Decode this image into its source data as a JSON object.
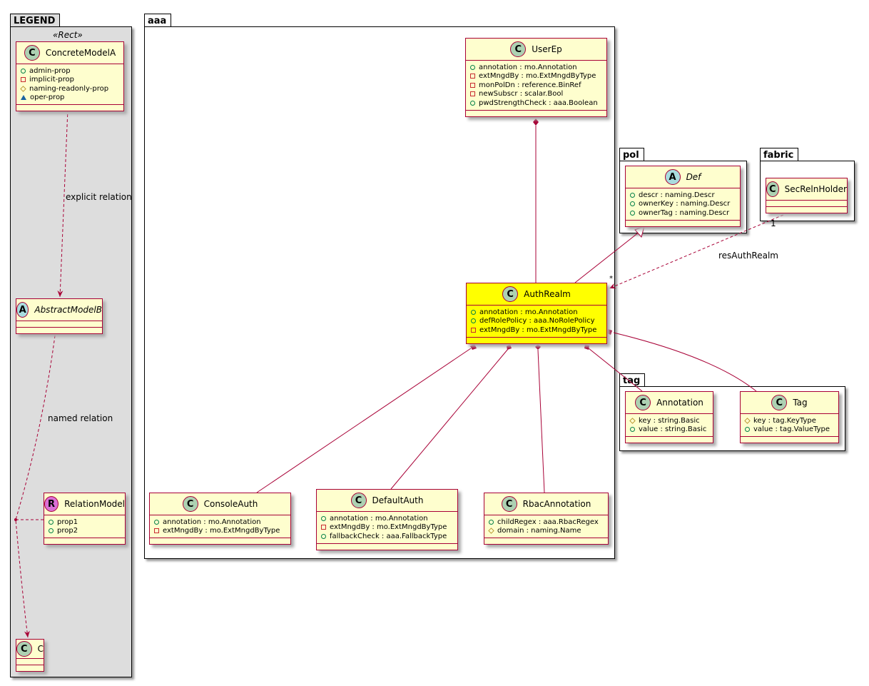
{
  "packages": {
    "legend": "LEGEND",
    "aaa": "aaa",
    "pol": "pol",
    "fabric": "fabric",
    "tag": "tag"
  },
  "legend_stereotype": "«Rect»",
  "classes": {
    "ConcreteModelA": {
      "name": "ConcreteModelA",
      "kind": "C",
      "attrs": [
        {
          "vis": "+",
          "text": "admin-prop"
        },
        {
          "vis": "-",
          "text": "implicit-prop"
        },
        {
          "vis": "#",
          "text": "naming-readonly-prop"
        },
        {
          "vis": "~",
          "text": "oper-prop"
        }
      ]
    },
    "AbstractModelB": {
      "name": "AbstractModelB",
      "kind": "A",
      "attrs": []
    },
    "RelationModel": {
      "name": "RelationModel",
      "kind": "R",
      "attrs": [
        {
          "vis": "+",
          "text": "prop1"
        },
        {
          "vis": "+",
          "text": "prop2"
        }
      ]
    },
    "C": {
      "name": "C",
      "kind": "C",
      "attrs": []
    },
    "UserEp": {
      "name": "UserEp",
      "kind": "C",
      "attrs": [
        {
          "vis": "+",
          "text": "annotation : mo.Annotation"
        },
        {
          "vis": "-",
          "text": "extMngdBy : mo.ExtMngdByType"
        },
        {
          "vis": "-",
          "text": "monPolDn : reference.BinRef"
        },
        {
          "vis": "-",
          "text": "newSubscr : scalar.Bool"
        },
        {
          "vis": "+",
          "text": "pwdStrengthCheck : aaa.Boolean"
        }
      ]
    },
    "Def": {
      "name": "Def",
      "kind": "A",
      "attrs": [
        {
          "vis": "+",
          "text": "descr : naming.Descr"
        },
        {
          "vis": "+",
          "text": "ownerKey : naming.Descr"
        },
        {
          "vis": "+",
          "text": "ownerTag : naming.Descr"
        }
      ]
    },
    "SecRelnHolder": {
      "name": "SecRelnHolder",
      "kind": "C",
      "attrs": []
    },
    "AuthRealm": {
      "name": "AuthRealm",
      "kind": "C",
      "highlight": true,
      "attrs": [
        {
          "vis": "+",
          "text": "annotation : mo.Annotation"
        },
        {
          "vis": "+",
          "text": "defRolePolicy : aaa.NoRolePolicy"
        },
        {
          "vis": "-",
          "text": "extMngdBy : mo.ExtMngdByType"
        }
      ]
    },
    "Annotation": {
      "name": "Annotation",
      "kind": "C",
      "attrs": [
        {
          "vis": "#",
          "text": "key : string.Basic"
        },
        {
          "vis": "+",
          "text": "value : string.Basic"
        }
      ]
    },
    "Tag": {
      "name": "Tag",
      "kind": "C",
      "attrs": [
        {
          "vis": "#",
          "text": "key : tag.KeyType"
        },
        {
          "vis": "+",
          "text": "value : tag.ValueType"
        }
      ]
    },
    "ConsoleAuth": {
      "name": "ConsoleAuth",
      "kind": "C",
      "attrs": [
        {
          "vis": "+",
          "text": "annotation : mo.Annotation"
        },
        {
          "vis": "-",
          "text": "extMngdBy : mo.ExtMngdByType"
        }
      ]
    },
    "DefaultAuth": {
      "name": "DefaultAuth",
      "kind": "C",
      "attrs": [
        {
          "vis": "+",
          "text": "annotation : mo.Annotation"
        },
        {
          "vis": "-",
          "text": "extMngdBy : mo.ExtMngdByType"
        },
        {
          "vis": "+",
          "text": "fallbackCheck : aaa.FallbackType"
        }
      ]
    },
    "RbacAnnotation": {
      "name": "RbacAnnotation",
      "kind": "C",
      "attrs": [
        {
          "vis": "+",
          "text": "childRegex : aaa.RbacRegex"
        },
        {
          "vis": "#",
          "text": "domain : naming.Name"
        }
      ]
    }
  },
  "relations": {
    "explicit": "explicit relation",
    "named": "named relation",
    "resAuthRealm": "resAuthRealm",
    "mult_source": "1",
    "mult_target": "*"
  },
  "colors": {
    "border": "#a80036",
    "class_fill": "#fefece",
    "highlight": "#ffff00",
    "legend_fill": "#dddddd"
  }
}
